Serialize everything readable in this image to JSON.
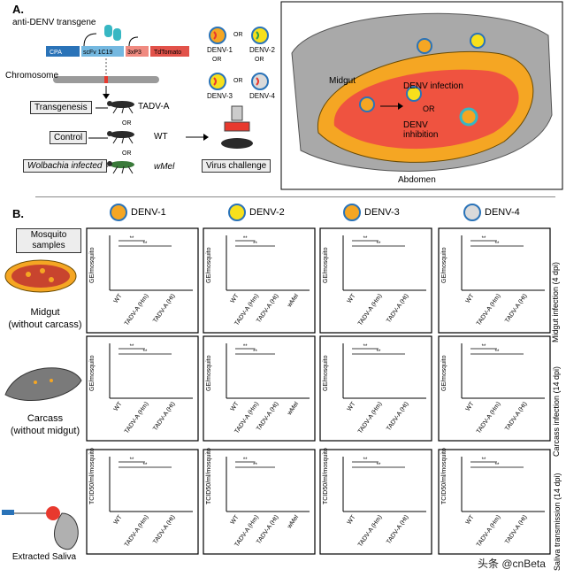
{
  "panel_a": {
    "letter": "A.",
    "transgene_label": "anti-DENV transgene",
    "construct": [
      "CPA",
      "scFv 1C19",
      "3xP3",
      "TdTomato"
    ],
    "chromosome_label": "Chromosome",
    "rows": [
      {
        "box": "Transgenesis",
        "strain": "TADV-A"
      },
      {
        "box": "Control",
        "strain": "WT"
      },
      {
        "box": "Wolbachia infected",
        "strain": "wMel"
      }
    ],
    "or": "OR",
    "serotypes": [
      "DENV-1",
      "DENV-2",
      "DENV-3",
      "DENV-4"
    ],
    "virus_challenge": "Virus challenge",
    "midgut_label": "Midgut",
    "abdomen_label": "Abdomen",
    "infection_label": "DENV infection",
    "inhibition_label": "DENV inhibition"
  },
  "panel_b": {
    "letter": "B.",
    "mosquito_samples": "Mosquito samples",
    "tissues": [
      {
        "name": "Midgut",
        "sub": "(without carcass)"
      },
      {
        "name": "Carcass",
        "sub": "(without midgut)"
      },
      {
        "name": "Extracted Saliva",
        "sub": ""
      }
    ],
    "row_titles": [
      "Midgut infection (4 dpi)",
      "Carcass infection (14 dpi)",
      "Saliva transmission (14 dpi)"
    ],
    "ylabels": [
      "GE/mosquito",
      "GE/mosquito",
      "TCID50/ml/mosquito"
    ],
    "sig": "**",
    "groups_3": [
      "WT",
      "TADV-A (Hm)",
      "TADV-A (Ht)"
    ],
    "groups_4": [
      "WT",
      "TADV-A (Hm)",
      "TADV-A (Ht)",
      "wMel"
    ]
  },
  "watermark": "头条 @cnBeta",
  "colors": {
    "red": "#e8392e",
    "orange": "#f5a623",
    "yellow": "#f7e01c",
    "gray": "#9a9a9a",
    "dark": "#3a3a3a"
  }
}
